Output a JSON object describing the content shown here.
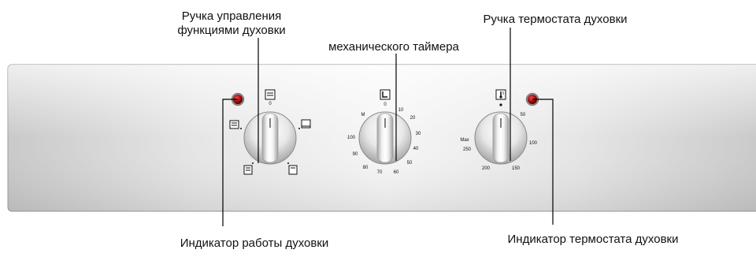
{
  "callouts": {
    "function_knob": [
      "Ручка управления",
      "функциями духовки"
    ],
    "timer": "механического таймера",
    "thermostat_knob": "Ручка термостата духовки",
    "power_indicator": "Индикатор работы духовки",
    "thermostat_indicator": "Индикатор термостата духовки"
  },
  "timer_knob": {
    "marks": [
      "0",
      "10",
      "20",
      "30",
      "40",
      "50",
      "60",
      "70",
      "80",
      "90",
      "100",
      "M"
    ]
  },
  "thermostat_knob": {
    "marks": [
      "50",
      "100",
      "150",
      "200",
      "250",
      "Max"
    ]
  },
  "colors": {
    "panel": "#dcdcdc",
    "indicator": "#b01010",
    "leader": "#000000"
  },
  "icons": {
    "function_knob": [
      "oven-top-icon",
      "oven-fan-icon",
      "oven-bottom-icon",
      "oven-grill-icon",
      "oven-light-icon"
    ],
    "timer_knob": "clock-icon",
    "thermostat_knob": "thermometer-icon"
  }
}
